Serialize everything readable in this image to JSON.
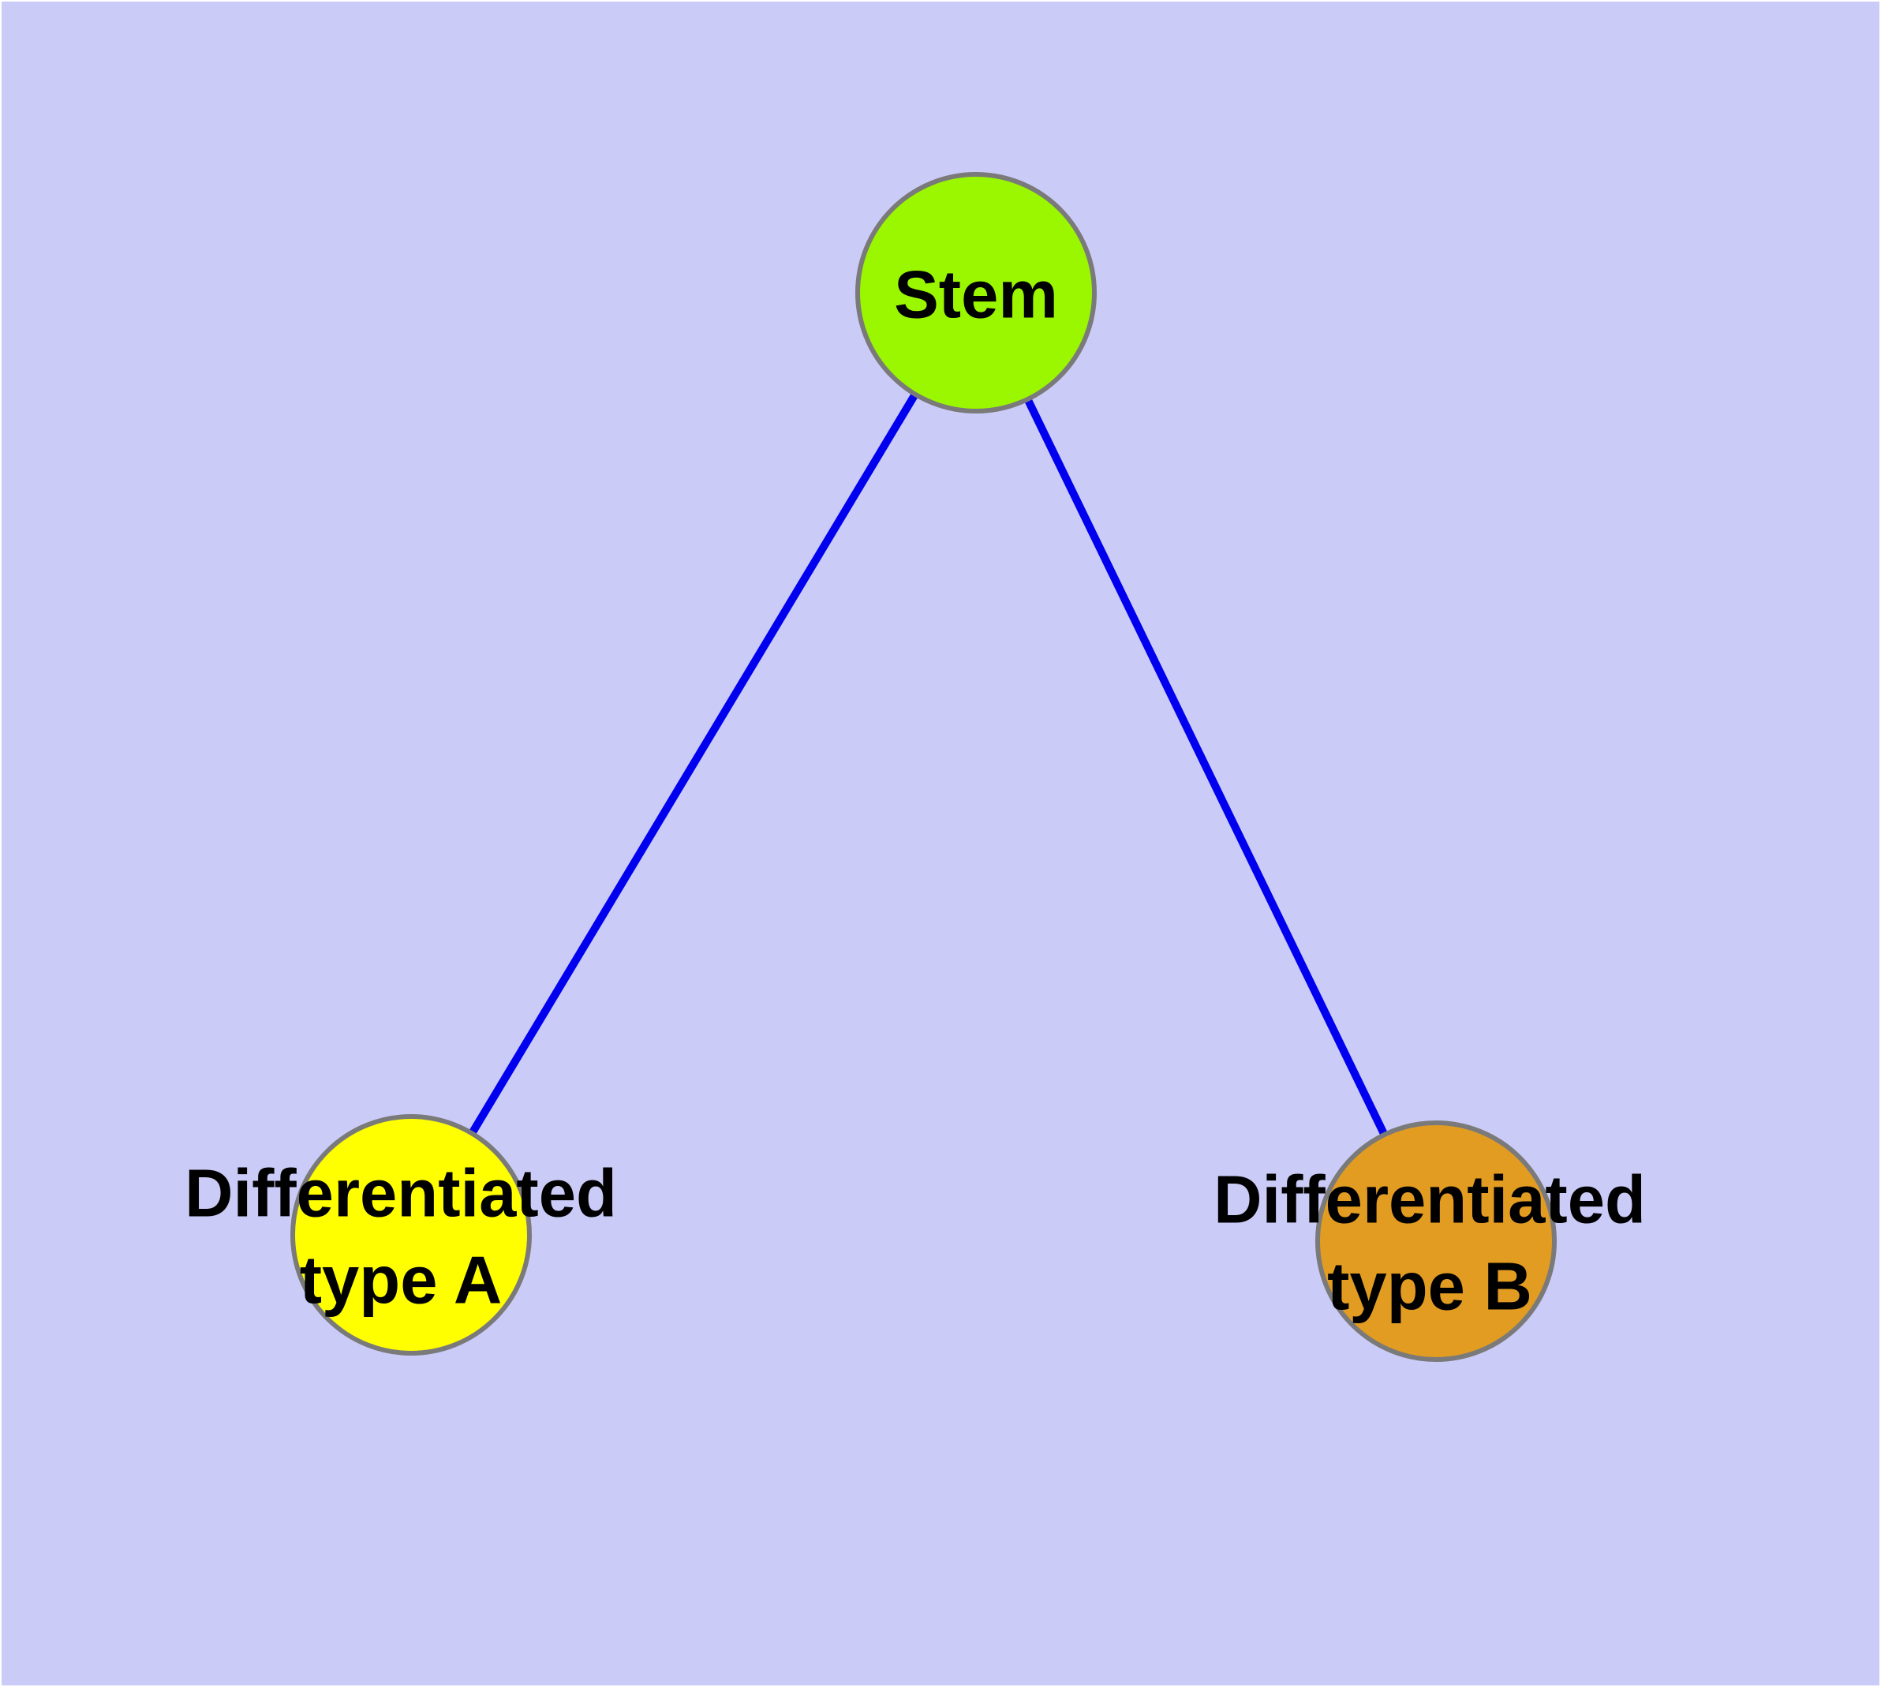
{
  "diagram": {
    "background_color": "#CBCBF8",
    "frame_color": "#FFFFFF",
    "edge_color": "#0000EE",
    "node_border_color": "#7A7A7A",
    "label_color": "#000000",
    "nodes": [
      {
        "id": "stem",
        "label": "Stem",
        "fill": "#9AF700"
      },
      {
        "id": "differentiated-type-a",
        "label_line1": "Differentiated",
        "label_line2": "type A",
        "fill": "#FFFF00"
      },
      {
        "id": "differentiated-type-b",
        "label_line1": "Differentiated",
        "label_line2": "type B",
        "fill": "#E29C21"
      }
    ],
    "edges": [
      {
        "from": "stem",
        "to": "differentiated-type-a"
      },
      {
        "from": "stem",
        "to": "differentiated-type-b"
      }
    ]
  }
}
